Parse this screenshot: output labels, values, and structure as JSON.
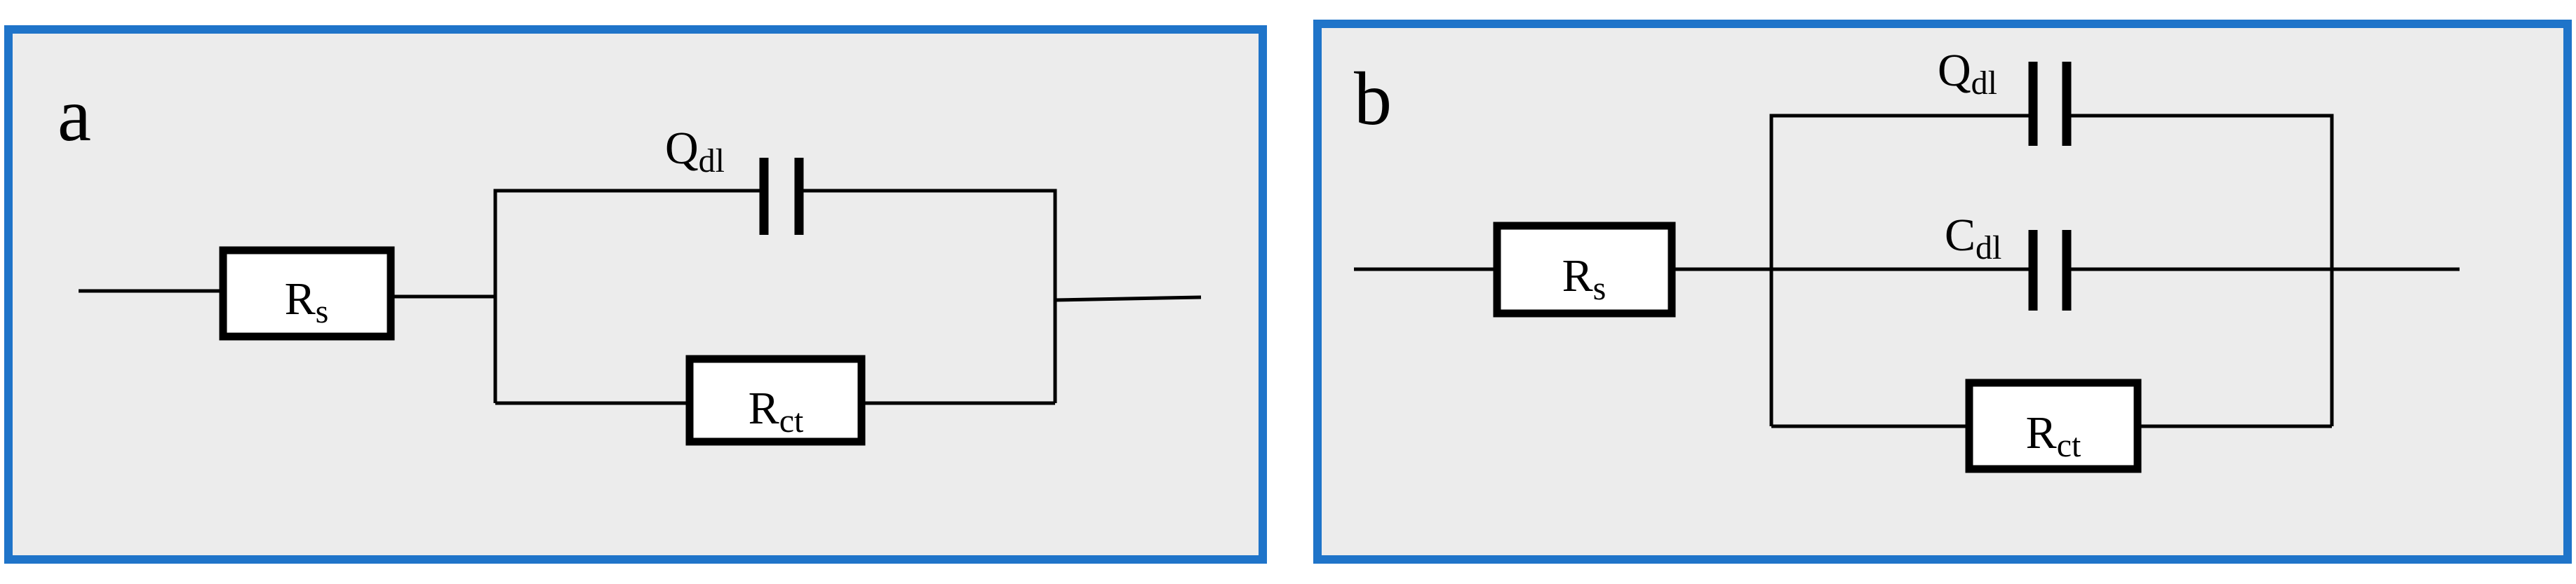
{
  "panels": [
    {
      "letter": "a",
      "components": {
        "rs": {
          "main": "R",
          "sub": "s"
        },
        "qdl": {
          "main": "Q",
          "sub": "dl"
        },
        "rct": {
          "main": "R",
          "sub": "ct"
        }
      }
    },
    {
      "letter": "b",
      "components": {
        "rs": {
          "main": "R",
          "sub": "s"
        },
        "qdl": {
          "main": "Q",
          "sub": "dl"
        },
        "cdl": {
          "main": "C",
          "sub": "dl"
        },
        "rct": {
          "main": "R",
          "sub": "ct"
        }
      }
    }
  ],
  "colors": {
    "panel_border": "#1f74c9",
    "panel_fill": "#ececec",
    "wire": "#000000"
  }
}
